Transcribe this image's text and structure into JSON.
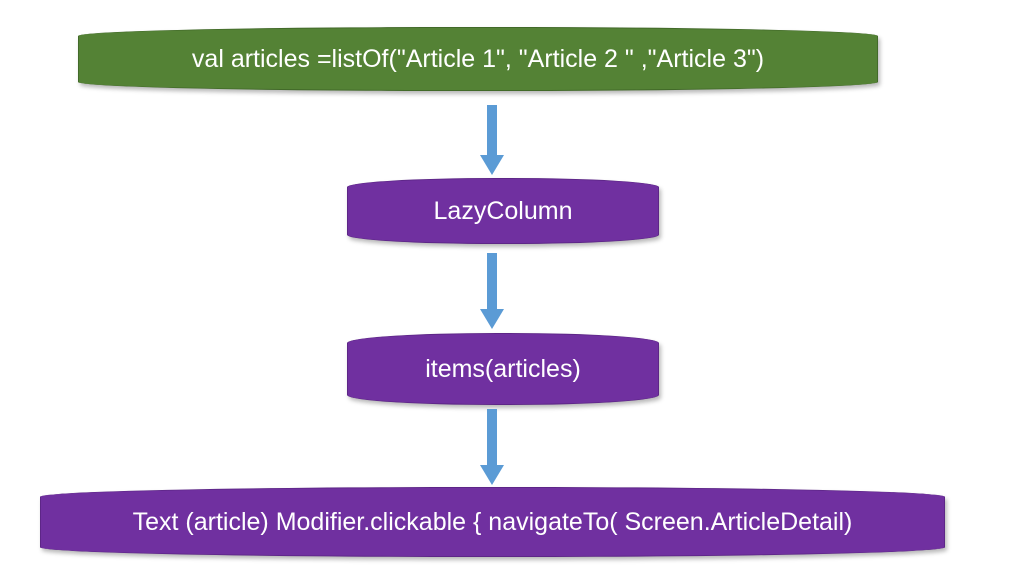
{
  "diagram": {
    "nodes": [
      {
        "id": "n1",
        "label": "val articles =listOf(\"Article 1\", \"Article 2 \" ,\"Article 3\")",
        "color": "#548235"
      },
      {
        "id": "n2",
        "label": "LazyColumn",
        "color": "#7030a0"
      },
      {
        "id": "n3",
        "label": "items(articles)",
        "color": "#7030a0"
      },
      {
        "id": "n4",
        "label": "Text (article) Modifier.clickable { navigateTo( Screen.ArticleDetail)",
        "color": "#7030a0"
      }
    ],
    "edges": [
      {
        "from": "n1",
        "to": "n2"
      },
      {
        "from": "n2",
        "to": "n3"
      },
      {
        "from": "n3",
        "to": "n4"
      }
    ],
    "arrow_color": "#5b9bd5"
  }
}
